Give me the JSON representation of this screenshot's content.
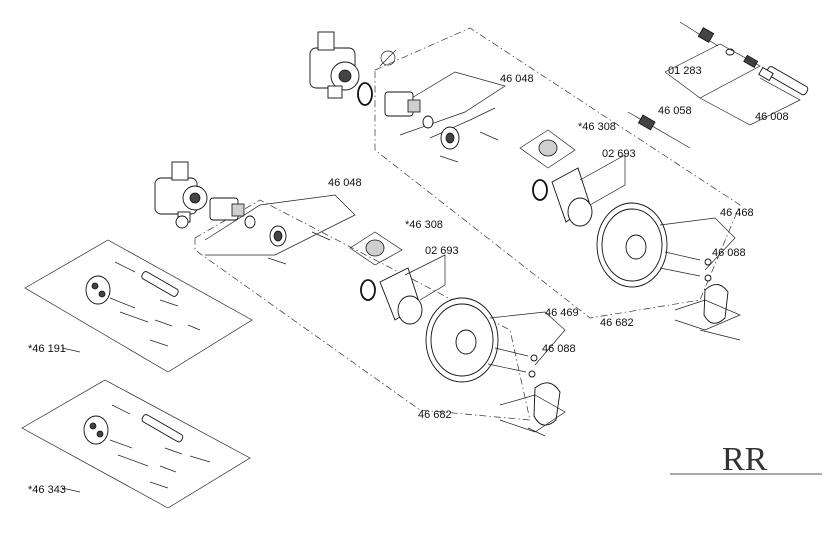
{
  "labels": {
    "upper_cartridge": "46 048",
    "upper_cap": "*46 308",
    "upper_stem": "01 283",
    "upper_extension": "46 058",
    "upper_rod": "46 008",
    "upper_sleeve": "02 693",
    "upper_screws_a": "46 468",
    "upper_screws_b": "46 088",
    "upper_trim": "46 682",
    "lower_cartridge": "46 048",
    "lower_cap": "*46 308",
    "lower_sleeve": "02 693",
    "lower_screws_a": "46 469",
    "lower_screws_b": "46 088",
    "lower_trim": "46 682",
    "kit_a": "*46 191",
    "kit_b": "*46 343"
  },
  "logo": {
    "text": "RR",
    "color": "#333333"
  },
  "colors": {
    "line": "#222222",
    "background": "#ffffff"
  }
}
